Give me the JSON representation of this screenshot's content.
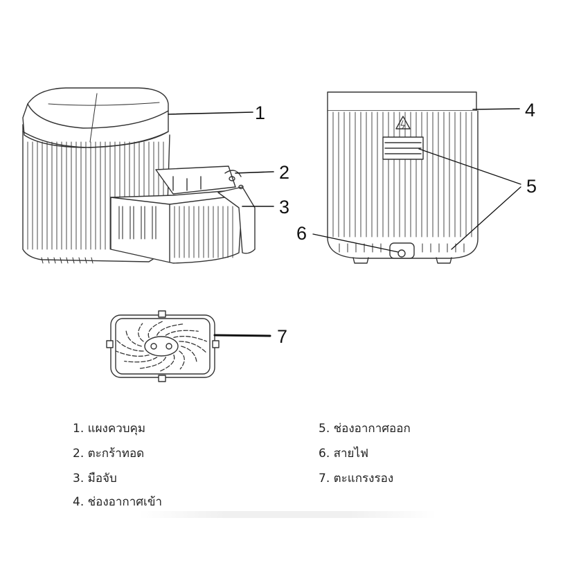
{
  "callouts": [
    "1",
    "2",
    "3",
    "4",
    "5",
    "6",
    "7"
  ],
  "legend": [
    "1. แผงควบคุม",
    "2. ตะกร้าทอด",
    "3. มือจับ",
    "4. ช่องอากาศเข้า",
    "5. ช่องอากาศออก",
    "6. สายไฟ",
    "7. ตะแกรงรอง"
  ]
}
